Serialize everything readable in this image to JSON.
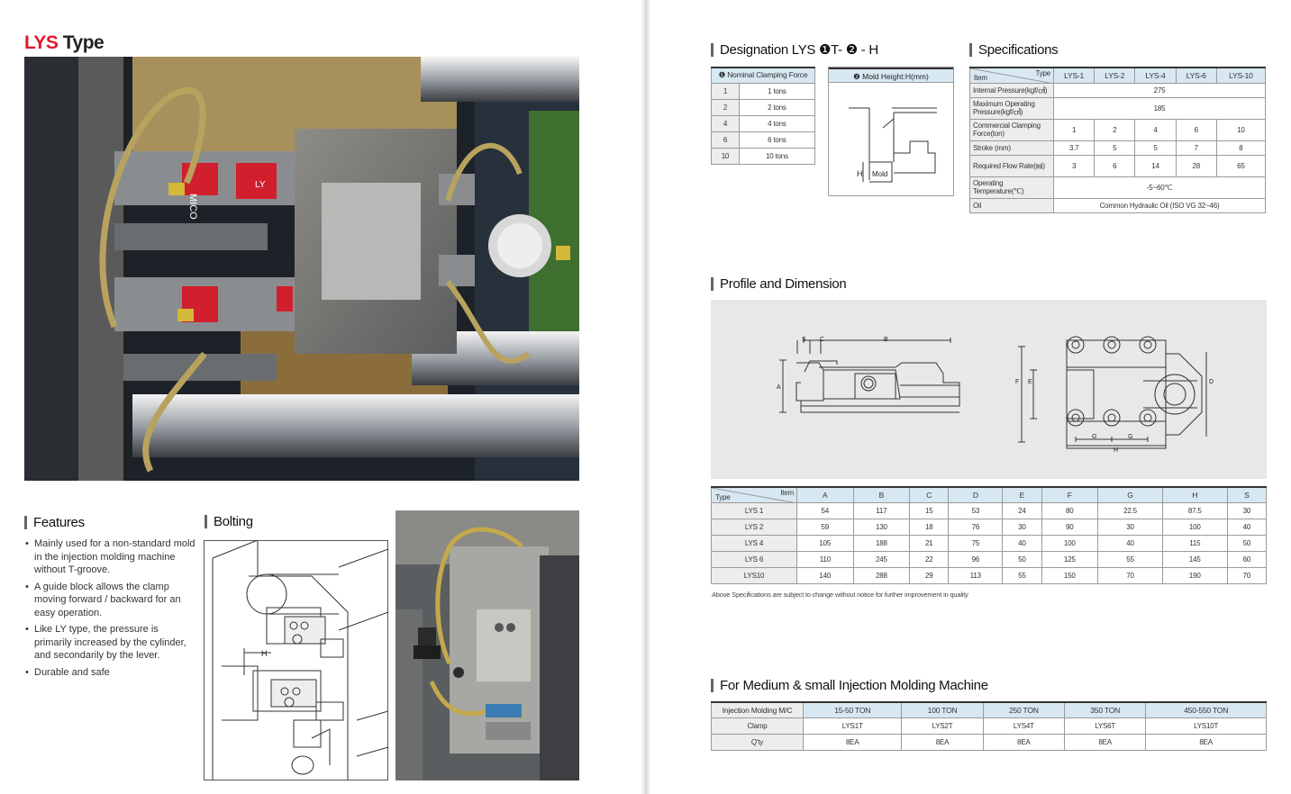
{
  "left_page": {
    "title_accent": "LYS",
    "title_rest": " Type",
    "features": {
      "heading": "Features",
      "items": [
        "Mainly used for a non-standard mold in the injection molding machine without T-groove.",
        "A guide block allows the clamp moving forward / backward for an easy operation.",
        "Like LY type, the pressure is primarily increased by the cylinder, and secondarily by the lever.",
        "Durable and safe"
      ]
    },
    "bolting": {
      "heading": "Bolting",
      "diagram_label": "H"
    },
    "photo_labels": {
      "brand": "MICO",
      "clamp": "LY"
    }
  },
  "designation": {
    "heading": "Designation LYS ❶T- ❷ - H",
    "force_table": {
      "header": "❶ Nominal Clamping Force",
      "rows": [
        {
          "code": "1",
          "value": "1 tons"
        },
        {
          "code": "2",
          "value": "2 tons"
        },
        {
          "code": "4",
          "value": "4 tons"
        },
        {
          "code": "6",
          "value": "6 tons"
        },
        {
          "code": "10",
          "value": "10 tons"
        }
      ]
    },
    "mold_height": {
      "header": "❷ Mold Height:H(mm)",
      "label_h": "H",
      "label_mold": "Mold"
    }
  },
  "specifications": {
    "heading": "Specifications",
    "corner_type": "Type",
    "corner_item": "Item",
    "columns": [
      "LYS-1",
      "LYS-2",
      "LYS-4",
      "LYS-6",
      "LYS-10"
    ],
    "rows": [
      {
        "label": "Internal Pressure(kgf/㎠)",
        "span": "275"
      },
      {
        "label": "Maximum Operating Pressure(kgf/㎠)",
        "span": "185"
      },
      {
        "label": "Commercial Clamping Force(ton)",
        "values": [
          "1",
          "2",
          "4",
          "6",
          "10"
        ]
      },
      {
        "label": "Stroke (mm)",
        "values": [
          "3.7",
          "5",
          "5",
          "7",
          "8"
        ]
      },
      {
        "label": "Required Flow Rate(㏖)",
        "values": [
          "3",
          "6",
          "14",
          "28",
          "65"
        ]
      },
      {
        "label": "Operating Temperature(℃)",
        "span": "-5~60℃"
      },
      {
        "label": "Oil",
        "span": "Common Hydraulic Oil (ISO VG 32~46)"
      }
    ]
  },
  "profile": {
    "heading": "Profile and Dimension",
    "labels": {
      "S": "S",
      "C": "C",
      "B": "B",
      "A": "A",
      "F": "F",
      "E": "E",
      "D": "D",
      "G": "G",
      "H": "H"
    }
  },
  "dimensions": {
    "corner_item": "Item",
    "corner_type": "Type",
    "columns": [
      "A",
      "B",
      "C",
      "D",
      "E",
      "F",
      "G",
      "H",
      "S"
    ],
    "rows": [
      {
        "type": "LYS 1",
        "values": [
          "54",
          "117",
          "15",
          "53",
          "24",
          "80",
          "22.5",
          "87.5",
          "30"
        ]
      },
      {
        "type": "LYS 2",
        "values": [
          "59",
          "130",
          "18",
          "76",
          "30",
          "90",
          "30",
          "100",
          "40"
        ]
      },
      {
        "type": "LYS 4",
        "values": [
          "105",
          "188",
          "21",
          "75",
          "40",
          "100",
          "40",
          "115",
          "50"
        ]
      },
      {
        "type": "LYS 6",
        "values": [
          "110",
          "245",
          "22",
          "96",
          "50",
          "125",
          "55",
          "145",
          "60"
        ]
      },
      {
        "type": "LYS10",
        "values": [
          "140",
          "288",
          "29",
          "113",
          "55",
          "150",
          "70",
          "190",
          "70"
        ]
      }
    ],
    "note": "Above Specifications are subject to change without notice for further improvement in quality"
  },
  "machine": {
    "heading": "For Medium & small Injection Molding Machine",
    "header_label": "Injection Molding M/C",
    "columns": [
      "15-50 TON",
      "100 TON",
      "250 TON",
      "350 TON",
      "450-550 TON"
    ],
    "clamp_label": "Clamp",
    "clamp_values": [
      "LYS1T",
      "LYS2T",
      "LYS4T",
      "LYS6T",
      "LYS10T"
    ],
    "qty_label": "Q'ty",
    "qty_values": [
      "8EA",
      "8EA",
      "8EA",
      "8EA",
      "8EA"
    ]
  }
}
